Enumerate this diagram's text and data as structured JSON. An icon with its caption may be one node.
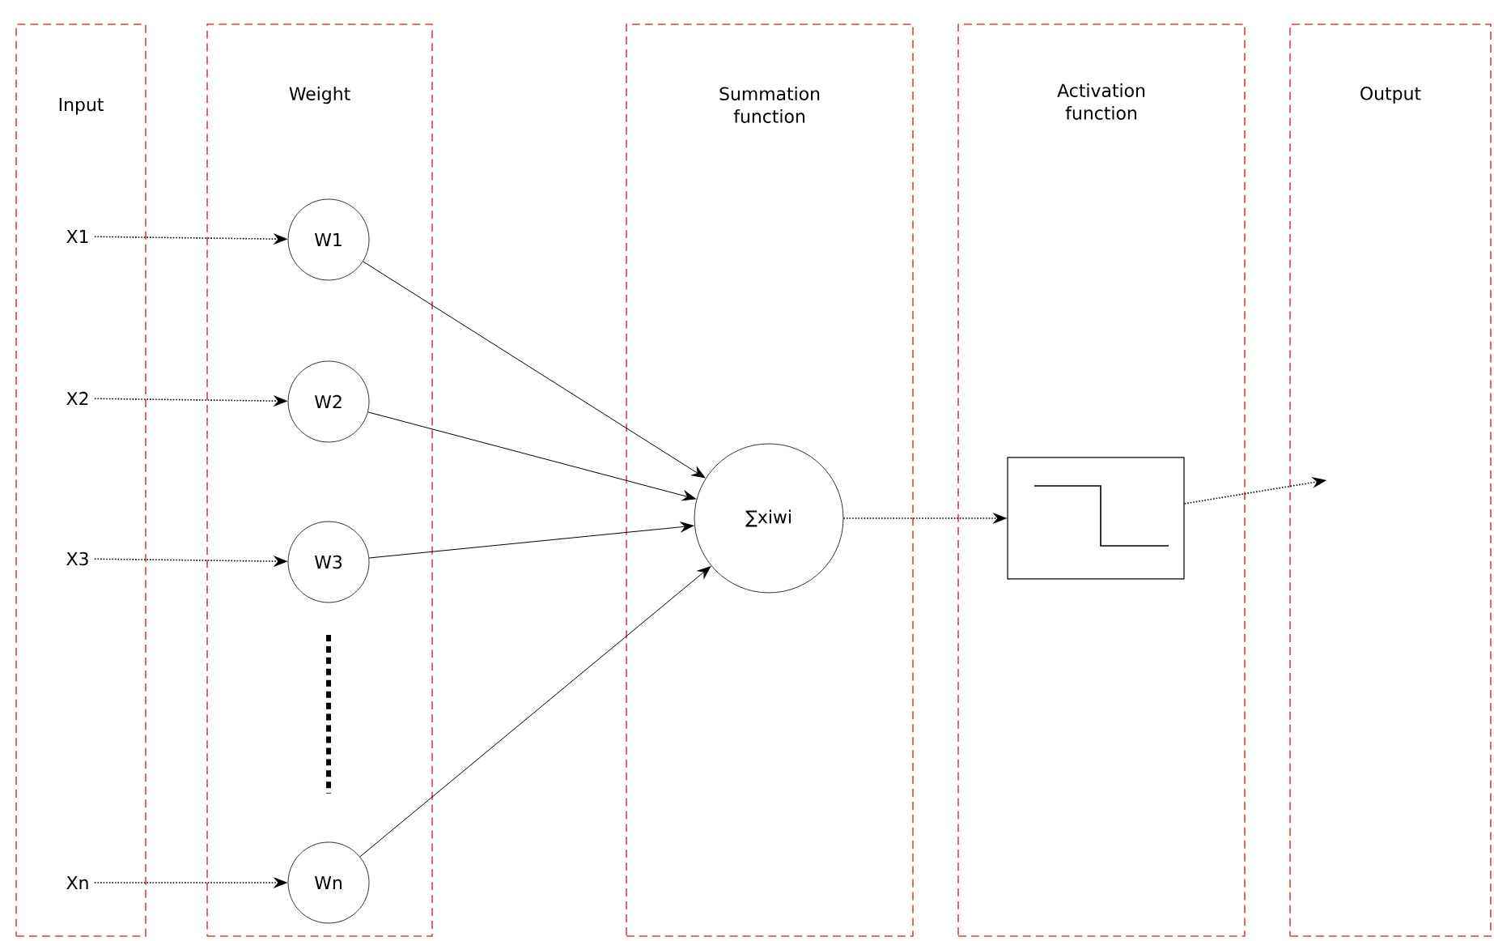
{
  "diagram": {
    "nodes": [
      {
        "text": [
          "Input"
        ]
      },
      {
        "text": [
          "X1"
        ],
        "in": 0
      },
      {
        "text": [
          "X2"
        ],
        "in": 0
      },
      {
        "text": [
          "X3"
        ],
        "in": 0
      },
      {
        "text": [
          "Xn"
        ],
        "in": 0
      },
      {
        "text": [
          "Weight"
        ]
      },
      {
        "text": [
          "W1"
        ],
        "in": 5
      },
      {
        "text": [
          "W2"
        ],
        "in": 5
      },
      {
        "text": [
          "W3"
        ],
        "in": 5
      },
      {
        "text": [
          "Wn"
        ],
        "in": 5
      },
      {
        "text": [
          "Summation function"
        ]
      },
      {
        "text": [
          "∑xiwi"
        ],
        "in": 10
      },
      {
        "text": [
          "Activation function"
        ]
      },
      {
        "text": [],
        "shape": "box",
        "in": 12
      },
      {
        "text": [
          "Output"
        ]
      }
    ],
    "edges": [
      {
        "from": 1,
        "to": 6,
        "arrow": "to",
        "style": "dashed"
      },
      {
        "from": 2,
        "to": 7,
        "arrow": "to",
        "style": "dashed"
      },
      {
        "from": 3,
        "to": 8,
        "arrow": "to",
        "style": "dashed"
      },
      {
        "from": 4,
        "to": 9,
        "arrow": "to",
        "style": "dashed"
      },
      {
        "from": 6,
        "to": 11,
        "arrow": "to"
      },
      {
        "from": 7,
        "to": 11,
        "arrow": "to"
      },
      {
        "from": 8,
        "to": 11,
        "arrow": "to"
      },
      {
        "from": 9,
        "to": 11,
        "arrow": "to"
      },
      {
        "from": 11,
        "to": 13,
        "arrow": "to",
        "style": "dashed"
      },
      {
        "from": 13,
        "to": 14,
        "arrow": "to",
        "style": "dashed"
      }
    ]
  }
}
